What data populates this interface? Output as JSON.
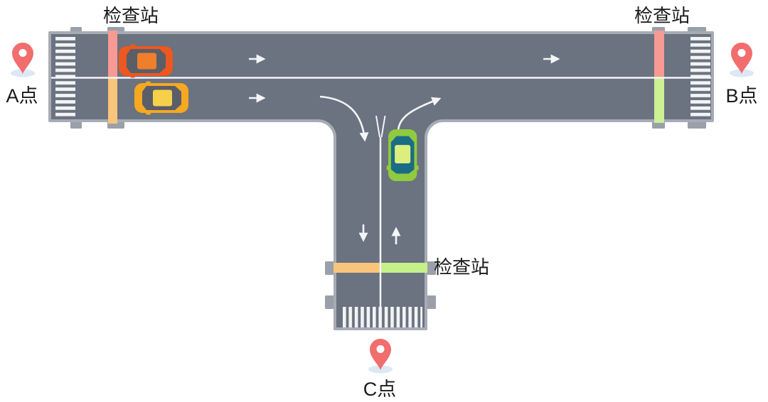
{
  "colors": {
    "road": "#6B7280",
    "road_border": "#A7ACB4",
    "lane_line": "#F3F5F7",
    "crosswalk": "#F2F4F5",
    "tab": "#9AA0A9",
    "text": "#1A1A1A",
    "pin": "#F26D6D",
    "pin_shadow": "#DCE8F3"
  },
  "checkpoints": [
    {
      "id": "west",
      "label": "检查站",
      "segments": [
        {
          "lane": "north",
          "color": "#F79A93"
        },
        {
          "lane": "south",
          "color": "#F8C57C"
        }
      ]
    },
    {
      "id": "east",
      "label": "检查站",
      "segments": [
        {
          "lane": "north",
          "color": "#F79A93"
        },
        {
          "lane": "south",
          "color": "#CBF193"
        }
      ]
    },
    {
      "id": "south",
      "label": "检查站",
      "segments": [
        {
          "lane": "west",
          "color": "#F8C57C"
        },
        {
          "lane": "east",
          "color": "#C6F089"
        }
      ]
    }
  ],
  "points": [
    {
      "id": "A",
      "label": "A点"
    },
    {
      "id": "B",
      "label": "B点"
    },
    {
      "id": "C",
      "label": "C点"
    }
  ],
  "cars": [
    {
      "id": "car-orange",
      "heading": "east",
      "body": "#ED5720",
      "cabin": "#5A5E68",
      "roof": "#EF7F2C"
    },
    {
      "id": "car-yellow",
      "heading": "east",
      "body": "#F5A820",
      "cabin": "#5A5E68",
      "roof": "#F7D04B"
    },
    {
      "id": "car-green",
      "heading": "north",
      "body": "#90CA3E",
      "cabin": "#1B6D86",
      "roof": "#DCEE7E"
    }
  ],
  "icons": {
    "location_pin": "map-pin",
    "lane_arrow_right": "→",
    "lane_arrow_down": "↓",
    "lane_arrow_up": "↑",
    "turn_arrow": "curved-arrow"
  }
}
